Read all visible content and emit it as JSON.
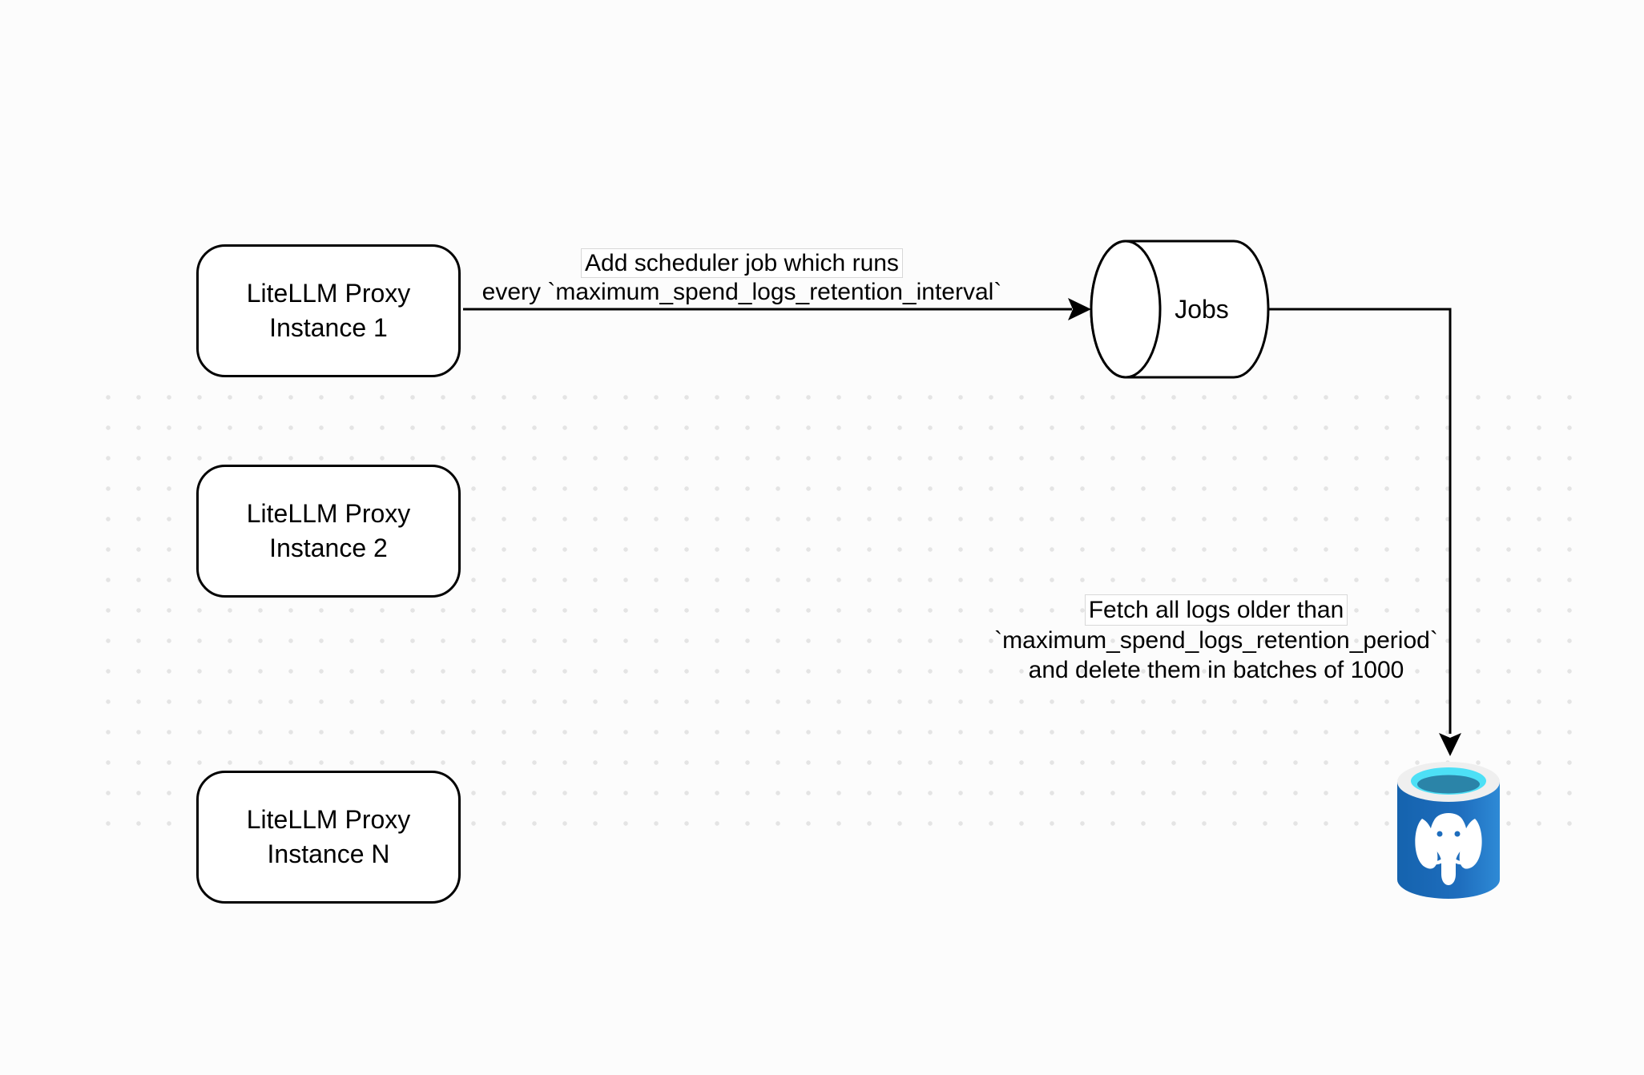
{
  "diagram": {
    "background": "#fcfcfc",
    "grid_dot_color": "#e4e4e4",
    "stroke_color": "#000000",
    "nodes": {
      "proxies": [
        {
          "line1": "LiteLLM Proxy",
          "line2": "Instance 1"
        },
        {
          "line1": "LiteLLM Proxy",
          "line2": "Instance 2"
        },
        {
          "line1": "LiteLLM Proxy",
          "line2": "Instance N"
        }
      ],
      "jobs": {
        "label": "Jobs"
      },
      "database": {
        "icon": "postgresql-database-icon",
        "body_color": "#1e6dbd",
        "rim_color": "#efefef",
        "water_top_color": "#4de0f6",
        "water_deep_color": "#2b84a8",
        "elephant_color": "#ffffff"
      }
    },
    "edges": {
      "add_job": {
        "line1": "Add scheduler job which runs",
        "line2": "every `maximum_spend_logs_retention_interval`"
      },
      "cleanup": {
        "line1": "Fetch all logs older than",
        "line2": "`maximum_spend_logs_retention_period`",
        "line3": "and delete them in batches of 1000"
      }
    }
  }
}
